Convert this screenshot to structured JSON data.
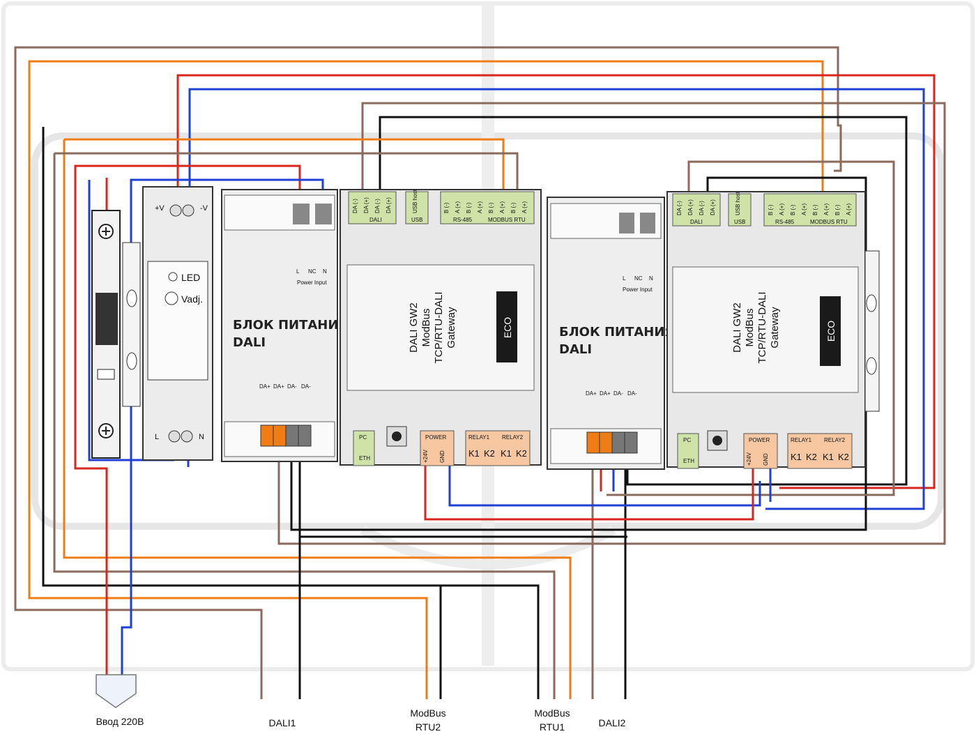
{
  "colors": {
    "red": "#d9261c",
    "blue": "#1f3fd6",
    "orange": "#f07d14",
    "brown": "#8a6a5b",
    "black": "#111111",
    "green_terminal": "#cfe3a8",
    "orange_terminal": "#f6c7a0",
    "module_gray": "#e4e4e4"
  },
  "input": {
    "label": "Ввод 220В",
    "icon": "plug-icon"
  },
  "outputs": {
    "dali1": "DALI1",
    "rtu2_line1": "ModBus",
    "rtu2_line2": "RTU2",
    "rtu1_line1": "ModBus",
    "rtu1_line2": "RTU1",
    "dali2": "DALI2"
  },
  "ac_supply": {
    "terminal_top_left": "+V",
    "terminal_top_right": "-V",
    "led": "LED",
    "vadj": "Vadj.",
    "terminal_l": "L",
    "terminal_n": "N"
  },
  "psu1": {
    "title_line1": "БЛОК ПИТАНИЯ",
    "title_line2": "DALI",
    "power_input": "Power Input",
    "pins": [
      "L",
      "NC",
      "N"
    ],
    "bus_pins": [
      "DA+",
      "DA+",
      "DA-",
      "DA-"
    ]
  },
  "psu2": {
    "title_line1": "БЛОК ПИТАНИЯ",
    "title_line2": "DALI",
    "power_input": "Power Input",
    "pins": [
      "L",
      "NC",
      "N"
    ],
    "bus_pins": [
      "DA+",
      "DA+",
      "DA-",
      "DA-"
    ]
  },
  "gw1": {
    "title": [
      "DALI GW2",
      "ModBus",
      "TCP/RTU-DALI",
      "Gateway"
    ],
    "logo": "ECO",
    "dali_pins": [
      "DA (-)",
      "DA (+)",
      "DA (-)",
      "DA (+)"
    ],
    "dali_label": "DALI",
    "usb_pin": "USB host",
    "usb_label": "USB",
    "rs_pins": [
      "B (-)",
      "A (+)",
      "B (-)",
      "A (+)",
      "B (-)",
      "A (+)",
      "B (-)",
      "A (+)"
    ],
    "rs_label": "RS-485",
    "rtu_label": "MODBUS RTU",
    "pc": "PC",
    "eth": "ETH",
    "power": "POWER",
    "power_pins": [
      "+24V",
      "GND"
    ],
    "relay1": "RELAY1",
    "relay2": "RELAY2",
    "relay_pins": [
      "K1",
      "K2",
      "K1",
      "K2"
    ]
  },
  "gw2": {
    "title": [
      "DALI GW2",
      "ModBus",
      "TCP/RTU-DALI",
      "Gateway"
    ],
    "logo": "ECO",
    "dali_pins": [
      "DA (-)",
      "DA (+)",
      "DA (-)",
      "DA (+)"
    ],
    "dali_label": "DALI",
    "usb_pin": "USB host",
    "usb_label": "USB",
    "rs_pins": [
      "B (-)",
      "A (+)",
      "B (-)",
      "A (+)",
      "B (-)",
      "A (+)",
      "B (-)",
      "A (+)"
    ],
    "rs_label": "RS-485",
    "rtu_label": "MODBUS RTU",
    "pc": "PC",
    "eth": "ETH",
    "power": "POWER",
    "power_pins": [
      "+24V",
      "GND"
    ],
    "relay1": "RELAY1",
    "relay2": "RELAY2",
    "relay_pins": [
      "K1",
      "K2",
      "K1",
      "K2"
    ]
  }
}
